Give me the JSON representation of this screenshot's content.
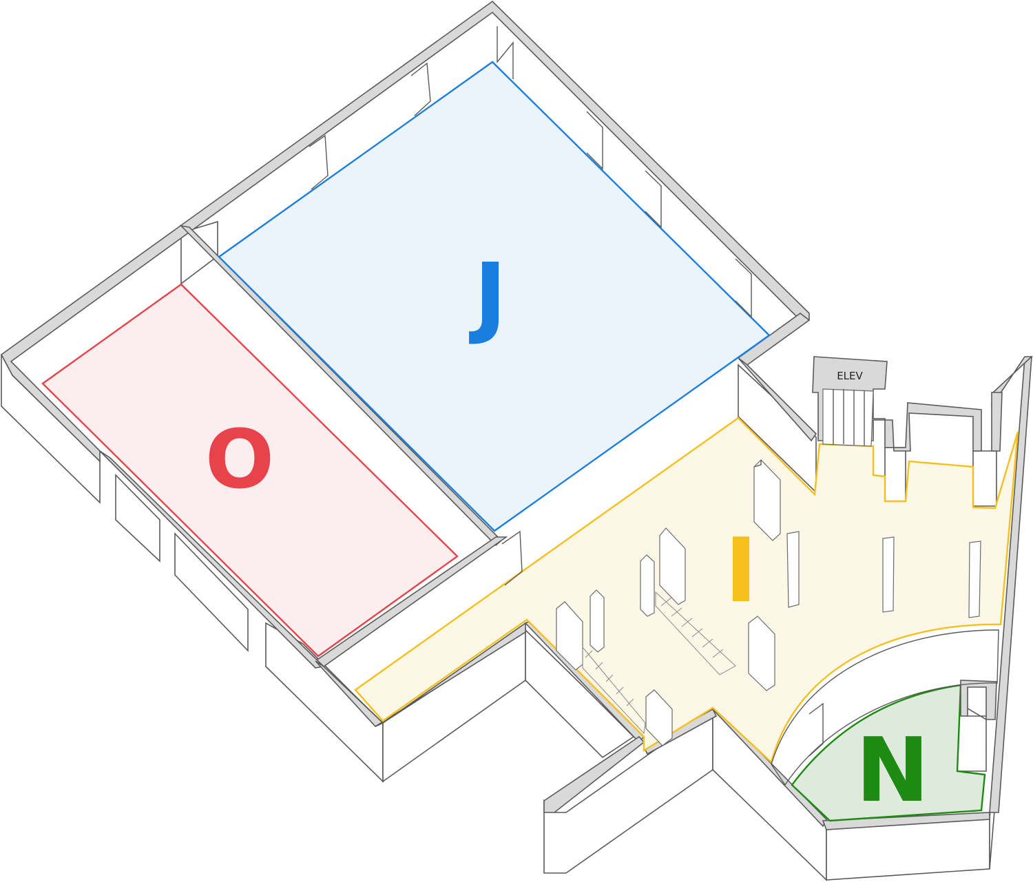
{
  "rooms": [
    {
      "id": "O",
      "label": "O",
      "color": "#e8424a",
      "fill": "#fbeeee"
    },
    {
      "id": "J",
      "label": "J",
      "color": "#1a7ede",
      "fill": "#ebf3fb"
    },
    {
      "id": "I",
      "label": "I",
      "color": "#f5bf1c",
      "fill": "#fdf7e7"
    },
    {
      "id": "N",
      "label": "N",
      "color": "#1d8a12",
      "fill": "#deeadb"
    }
  ],
  "elevator": {
    "label": "ELEV"
  }
}
